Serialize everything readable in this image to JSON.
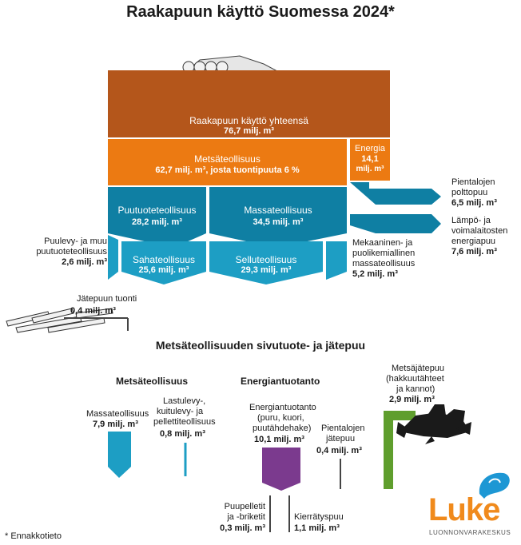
{
  "title": "Raakapuun käyttö Suomessa 2024*",
  "footnote": "* Ennakkotieto",
  "unit": "milj. m³",
  "top": {
    "total_label": "Raakapuun käyttö yhteensä",
    "total_value": "76,7 milj. m³",
    "forest_industry_label": "Metsäteollisuus",
    "forest_industry_value": "62,7 milj. m³, josta tuontipuuta 6 %",
    "energy_label": "Energia",
    "energy_value": "14,1",
    "energy_unit": "milj. m³",
    "wood_products_label": "Puutuoteteollisuus",
    "wood_products_value": "28,2 milj. m³",
    "pulp_label": "Massateollisuus",
    "pulp_value": "34,5 milj. m³",
    "sawmill_label": "Sahateollisuus",
    "sawmill_value": "25,6 milj. m³",
    "cellulose_label": "Selluteollisuus",
    "cellulose_value": "29,3 milj. m³",
    "panels_label_1": "Puulevy- ja muu",
    "panels_label_2": "puutuoteteollisuus",
    "panels_value": "2,6 milj. m³",
    "mech_label_1": "Mekaaninen- ja",
    "mech_label_2": "puolikemiallinen",
    "mech_label_3": "massateollisuus",
    "mech_value": "5,2 milj. m³",
    "small_house_label_1": "Pientalojen",
    "small_house_label_2": "polttopuu",
    "small_house_value": "6,5 milj. m³",
    "heat_label_1": "Lämpö- ja",
    "heat_label_2": "voimalaitosten",
    "heat_label_3": "energiapuu",
    "heat_value": "7,6 milj. m³",
    "import_label": "Jätepuun tuonti",
    "import_value": "0,4 milj. m³"
  },
  "bottom": {
    "section_title": "Metsäteollisuuden sivutuote- ja jätepuu",
    "forest_header": "Metsäteollisuus",
    "energy_header": "Energiantuotanto",
    "pulp_label": "Massateollisuus",
    "pulp_value": "7,9 milj. m³",
    "chip_label_1": "Lastulevy-,",
    "chip_label_2": "kuitulevy- ja",
    "chip_label_3": "pellettiteollisuus",
    "chip_value": "0,8 milj. m³",
    "energyprod_label_1": "Energiantuotanto",
    "energyprod_label_2": "(puru, kuori,",
    "energyprod_label_3": "puutähdehake)",
    "energyprod_value": "10,1 milj. m³",
    "smallhouse_label_1": "Pientalojen",
    "smallhouse_label_2": "jätepuu",
    "smallhouse_value": "0,4 milj. m³",
    "forestwaste_label_1": "Metsäjätepuu",
    "forestwaste_label_2": "(hakkuutähteet",
    "forestwaste_label_3": "ja kannot)",
    "forestwaste_value": "2,9 milj. m³",
    "pellet_label_1": "Puupelletit",
    "pellet_label_2": "ja -briketit",
    "pellet_value": "0,3 milj. m³",
    "recycle_label": "Kierrätyspuu",
    "recycle_value": "1,1 milj. m³"
  },
  "logo": {
    "name": "Luke",
    "tagline": "LUONNONVARAKESKUS"
  },
  "colors": {
    "brown": "#b4561b",
    "orange": "#ec7a12",
    "teal_dark": "#0f7fa3",
    "teal_light": "#1d9ec4",
    "purple": "#7b3a8e",
    "green": "#5f9e2d",
    "logo_orange": "#f08a1c",
    "logo_blue": "#1d97d4"
  }
}
